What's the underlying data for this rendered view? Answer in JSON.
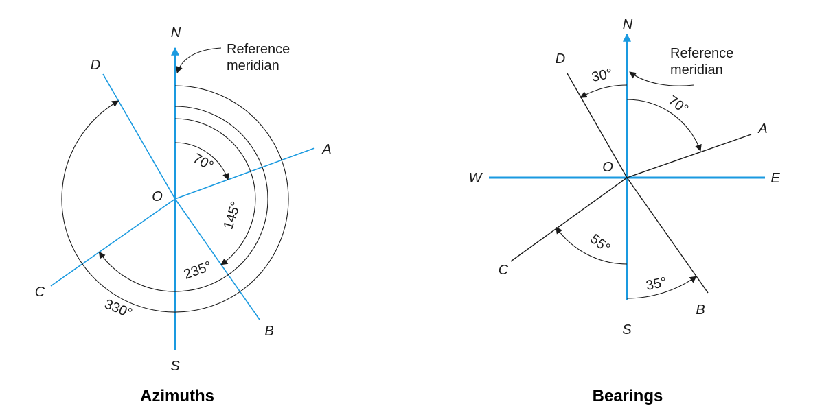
{
  "colors": {
    "meridian": "#1a9ae0",
    "line": "#1a1a1a",
    "text": "#1a1a1a"
  },
  "azimuths": {
    "caption": "Azimuths",
    "labels": {
      "north": "N",
      "south": "S",
      "center": "O",
      "a": "A",
      "b": "B",
      "c": "C",
      "d": "D"
    },
    "reference_meridian": [
      "Reference",
      "meridian"
    ],
    "angles": {
      "a": "70°",
      "b": "145°",
      "c": "235°",
      "d": "330°"
    }
  },
  "bearings": {
    "caption": "Bearings",
    "labels": {
      "north": "N",
      "south": "S",
      "east": "E",
      "west": "W",
      "center": "O",
      "a": "A",
      "b": "B",
      "c": "C",
      "d": "D"
    },
    "reference_meridian": [
      "Reference",
      "meridian"
    ],
    "angles": {
      "a": "70°",
      "b": "35°",
      "c": "55°",
      "d": "30°"
    }
  }
}
